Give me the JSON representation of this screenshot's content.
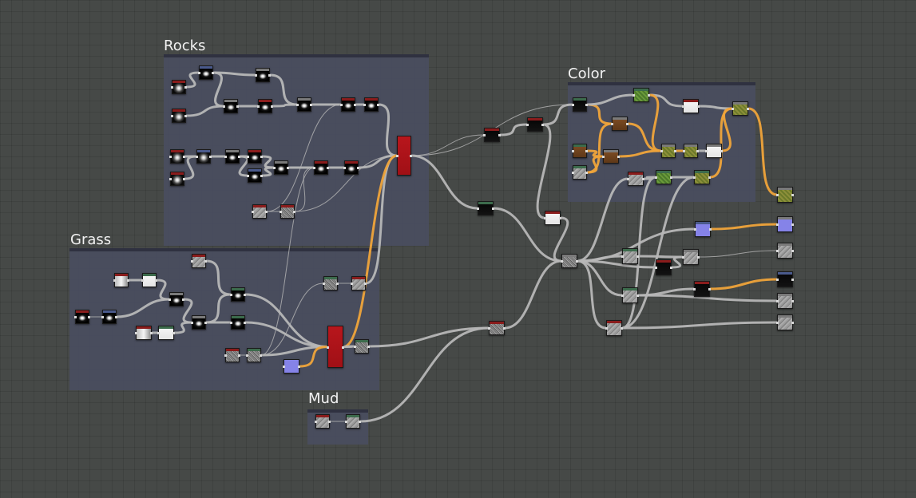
{
  "graph": {
    "frames": [
      {
        "id": "rocks",
        "title": "Rocks"
      },
      {
        "id": "grass",
        "title": "Grass"
      },
      {
        "id": "mud",
        "title": "Mud"
      },
      {
        "id": "color",
        "title": "Color"
      }
    ]
  },
  "colors": {
    "background": "#464947",
    "frame_body": "#4a4d61",
    "frame_header": "#2f3140",
    "wire_gray": "#b7b7b7",
    "wire_orange": "#f0a43a",
    "header_red": "#8a1c1c",
    "header_blue": "#4a5a8c",
    "header_green": "#3c6b4c",
    "header_gray": "#7a7a7a",
    "blend_red": "#b8161c",
    "uniform_purple": "#8583e8"
  },
  "node_styles": {
    "rad": "radial-gradient",
    "blk": "black-mask",
    "noise": "grayscale-noise",
    "gray": "gray-texture",
    "white": "white-fill",
    "grad": "linear-gradient",
    "green": "green-color",
    "brown": "brown-color",
    "olive": "olive-color",
    "dark": "dark-color",
    "purple": "uniform-color",
    "red": "blend-node"
  }
}
